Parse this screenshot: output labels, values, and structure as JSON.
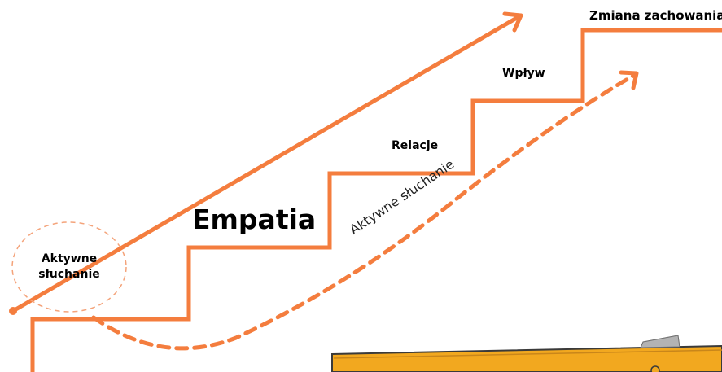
{
  "diagram": {
    "colors": {
      "accent": "#f47d3e",
      "machine": "#f2a81f",
      "machine_edge": "#3a3a3a",
      "gray_part": "#b3b3b3",
      "text": "#000000"
    },
    "steps": [
      {
        "label": "Aktywne\nsłuchanie"
      },
      {
        "label": "Empatia"
      },
      {
        "label": "Relacje"
      },
      {
        "label": "Wpływ"
      },
      {
        "label": "Zmiana zachowania"
      }
    ],
    "curve_label": "Aktywne słuchanie",
    "icons": {
      "solid_arrow": "arrow-up-right-icon",
      "dashed_arrow": "dashed-arrow-up-right-icon",
      "start_dot": "dot-icon"
    }
  }
}
